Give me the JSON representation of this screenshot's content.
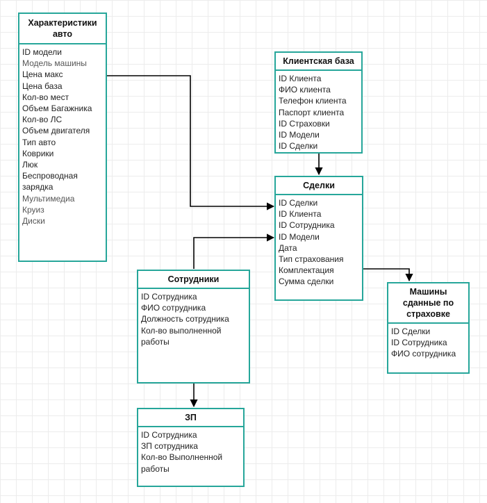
{
  "colors": {
    "border": "#26a69a",
    "line": "#000000",
    "grid": "#ececec"
  },
  "entities": {
    "car_specs": {
      "title": "Характеристики авто",
      "fields": [
        "ID модели",
        "Модель машины",
        "Цена макс",
        "Цена база",
        "Кол-во мест",
        "Объем Багажника",
        "Кол-во ЛС",
        "Объем двигателя",
        "Тип авто",
        "Коврики",
        "Люк",
        "Беспроводная зарядка",
        "Мультимедиа",
        "Круиз",
        "Диски"
      ]
    },
    "client_base": {
      "title": "Клиентская база",
      "fields": [
        "ID Клиента",
        "ФИО клиента",
        "Телефон клиента",
        "Паспорт клиента",
        "ID Страховки",
        "ID Модели",
        "ID Сделки"
      ]
    },
    "deals": {
      "title": "Сделки",
      "fields": [
        "ID Сделки",
        "ID Клиента",
        "ID Сотрудника",
        "ID Модели",
        "Дата",
        "Тип страхования",
        "Комплектация",
        "Сумма сделки"
      ]
    },
    "employees": {
      "title": "Сотрудники",
      "fields": [
        "ID Сотрудника",
        "ФИО сотрудника",
        "Должность сотрудника",
        "Кол-во выполненной работы"
      ]
    },
    "insured_cars": {
      "title": "Машины сданные по страховке",
      "fields": [
        "ID Сделки",
        "ID Сотрудника",
        "ФИО сотрудника"
      ]
    },
    "salary": {
      "title": "ЗП",
      "fields": [
        "ID Сотрудника",
        "ЗП сотрудника",
        "Кол-во Выполненной работы"
      ]
    }
  }
}
